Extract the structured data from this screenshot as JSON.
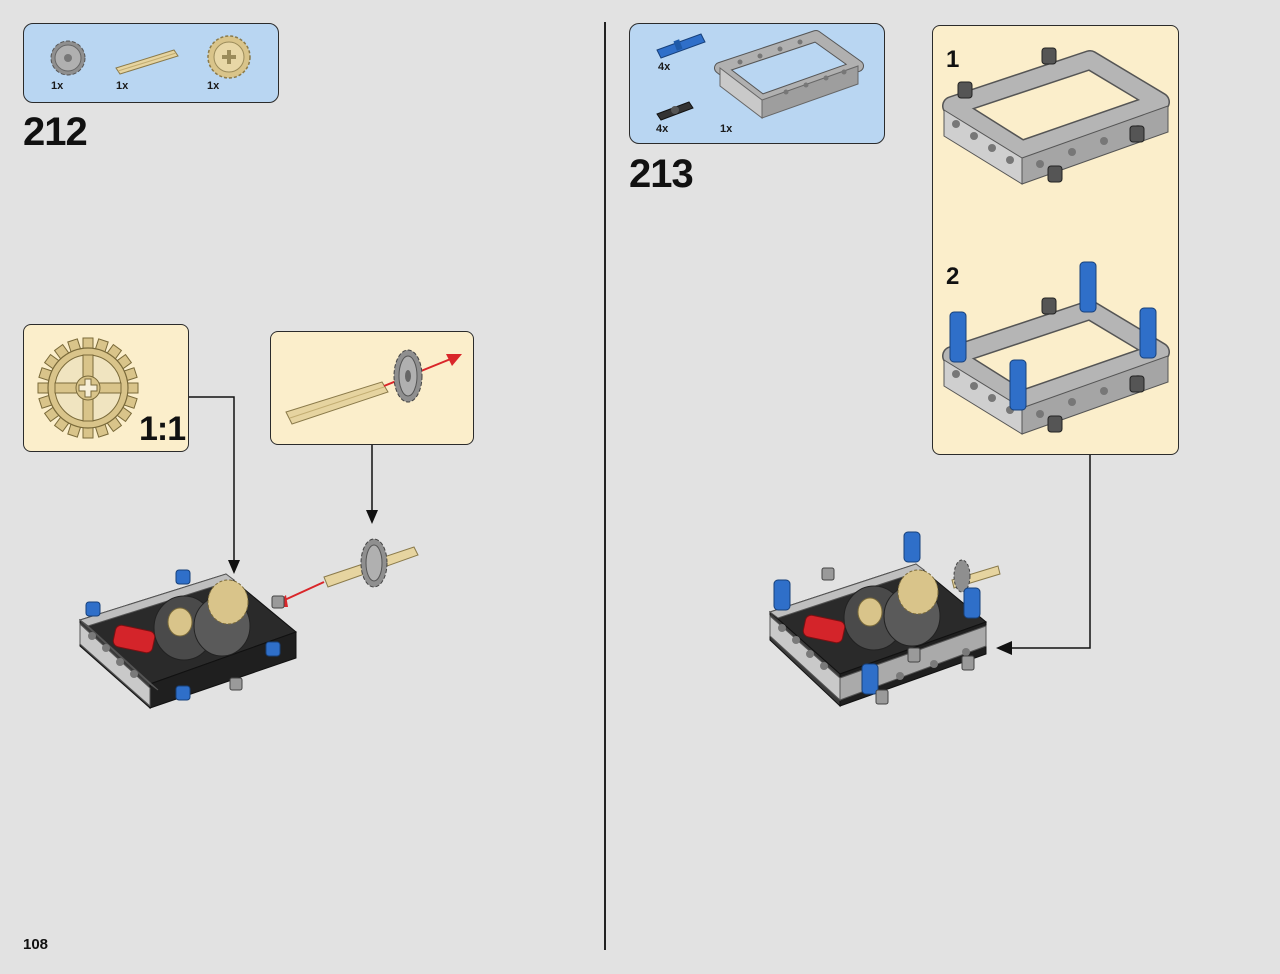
{
  "page_number": "108",
  "step_212": {
    "number": "212",
    "parts": [
      {
        "name": "gear-12-tooth",
        "qty": "1x",
        "color": "#a6a6a6"
      },
      {
        "name": "axle-tan",
        "qty": "1x",
        "color": "#e6d4a0"
      },
      {
        "name": "gear-20-tooth-tan",
        "qty": "1x",
        "color": "#d9c48a"
      }
    ],
    "scale_label": "1:1"
  },
  "step_213": {
    "number": "213",
    "parts": [
      {
        "name": "blue-axle-pin",
        "qty": "4x",
        "color": "#2f6fc9"
      },
      {
        "name": "black-pin",
        "qty": "4x",
        "color": "#333333"
      },
      {
        "name": "frame-5x7",
        "qty": "1x",
        "color": "#a0a0a0"
      }
    ],
    "substeps": [
      "1",
      "2"
    ]
  },
  "colors": {
    "parts_box": "#b9d6f2",
    "callout_box": "#fbeecb",
    "arrow_red": "#d9262a",
    "page_bg": "#e2e2e2"
  }
}
